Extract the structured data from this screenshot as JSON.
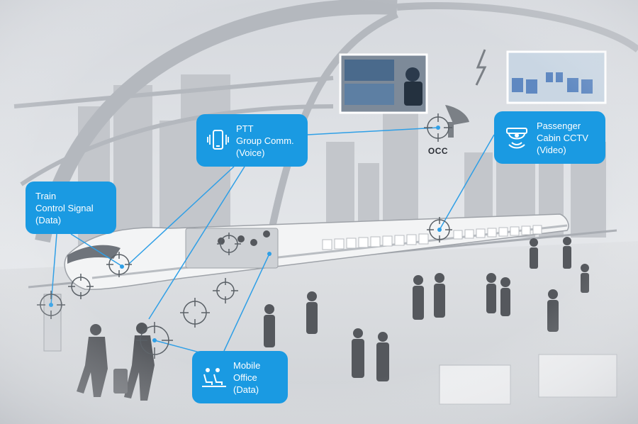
{
  "callouts": {
    "train_control": {
      "lines": [
        "Train",
        "Control Signal",
        "(Data)"
      ],
      "icon": "none"
    },
    "ptt": {
      "lines": [
        "PTT",
        "Group Comm.",
        "(Voice)"
      ],
      "icon": "smartphone-vibrate-icon"
    },
    "mobile_office": {
      "lines": [
        "Mobile",
        "Office",
        "(Data)"
      ],
      "icon": "seated-passengers-icon"
    },
    "cctv": {
      "lines": [
        "Passenger",
        "Cabin CCTV",
        "(Video)"
      ],
      "icon": "cctv-camera-icon"
    }
  },
  "occ_label": "OCC",
  "colors": {
    "callout_bg": "#1a9ae2",
    "connector": "#2f9fe6",
    "target_marker": "#5a6066",
    "background": "#e4e6ea",
    "silhouette": "#55585d"
  }
}
